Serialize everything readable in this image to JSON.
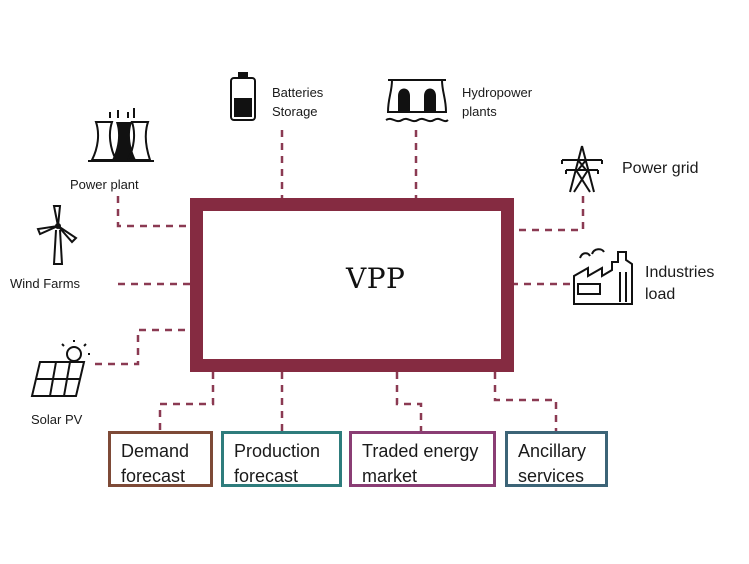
{
  "center": {
    "title": "VPP"
  },
  "sources": {
    "power_plant": "Power plant",
    "batteries": "Batteries\nStorage",
    "hydropower": "Hydropower\nplants",
    "power_grid": "Power grid",
    "wind_farms": "Wind Farms",
    "industries": "Industries\nload",
    "solar_pv": "Solar PV"
  },
  "outputs": {
    "demand": "Demand\nforecast",
    "production": "Production\nforecast",
    "traded": "Traded energy\nmarket",
    "ancillary": "Ancillary\nservices"
  },
  "colors": {
    "vpp_border": "#852b41",
    "connector": "#8b3a52",
    "demand_border": "#7e4a37",
    "production_border": "#2e7c7c",
    "traded_border": "#8a3d74",
    "ancillary_border": "#3c6477"
  },
  "icons": {
    "center": "control-panel-icon",
    "power_plant": "cooling-tower-icon",
    "batteries": "battery-icon",
    "hydropower": "dam-icon",
    "power_grid": "transmission-tower-icon",
    "wind_farms": "wind-turbine-icon",
    "industries": "factory-icon",
    "solar_pv": "solar-panel-icon"
  }
}
